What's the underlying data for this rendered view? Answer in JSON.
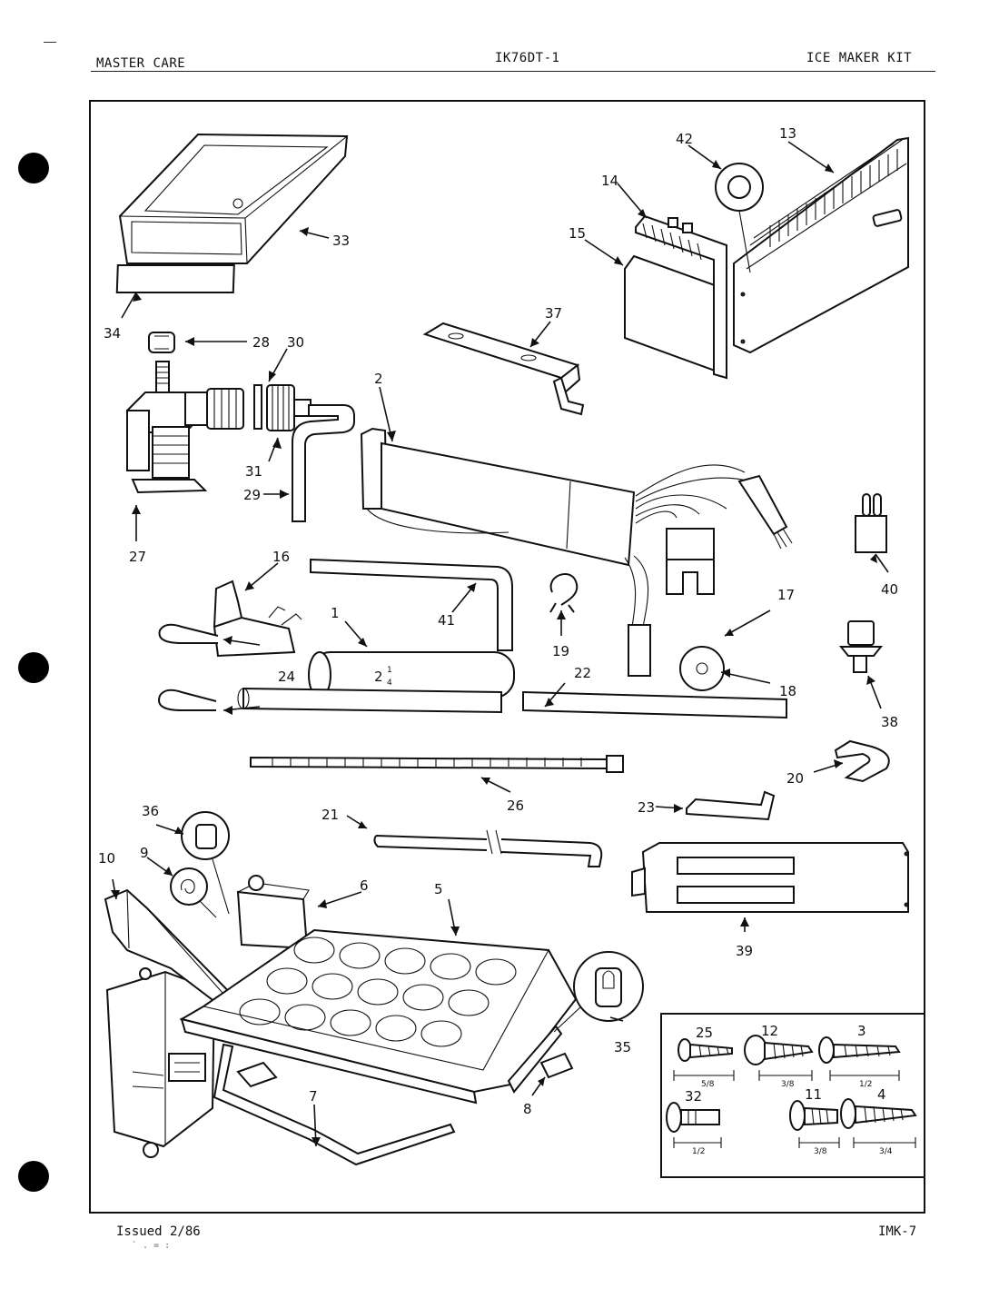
{
  "header": {
    "left": "MASTER CARE",
    "center": "IK76DT-1",
    "right": "ICE MAKER KIT"
  },
  "footer": {
    "left": "Issued 2/86",
    "right": "IMK-7",
    "mark": "` . = :"
  },
  "callouts": [
    "1",
    "2",
    "3",
    "4",
    "5",
    "6",
    "7",
    "8",
    "9",
    "10",
    "11",
    "12",
    "13",
    "14",
    "15",
    "16",
    "17",
    "18",
    "19",
    "20",
    "21",
    "22",
    "23",
    "24",
    "25",
    "26",
    "27",
    "28",
    "29",
    "30",
    "31",
    "32",
    "33",
    "34",
    "35",
    "36",
    "37",
    "38",
    "39",
    "40",
    "41",
    "42"
  ],
  "dimensions": {
    "tube_length": "2",
    "tube_frac_num": "1",
    "tube_frac_den": "4",
    "screw_25": "5/8",
    "screw_12": "3/8",
    "screw_3": "1/2",
    "screw_32": "1/2",
    "screw_11": "3/8",
    "screw_4": "3/4"
  }
}
